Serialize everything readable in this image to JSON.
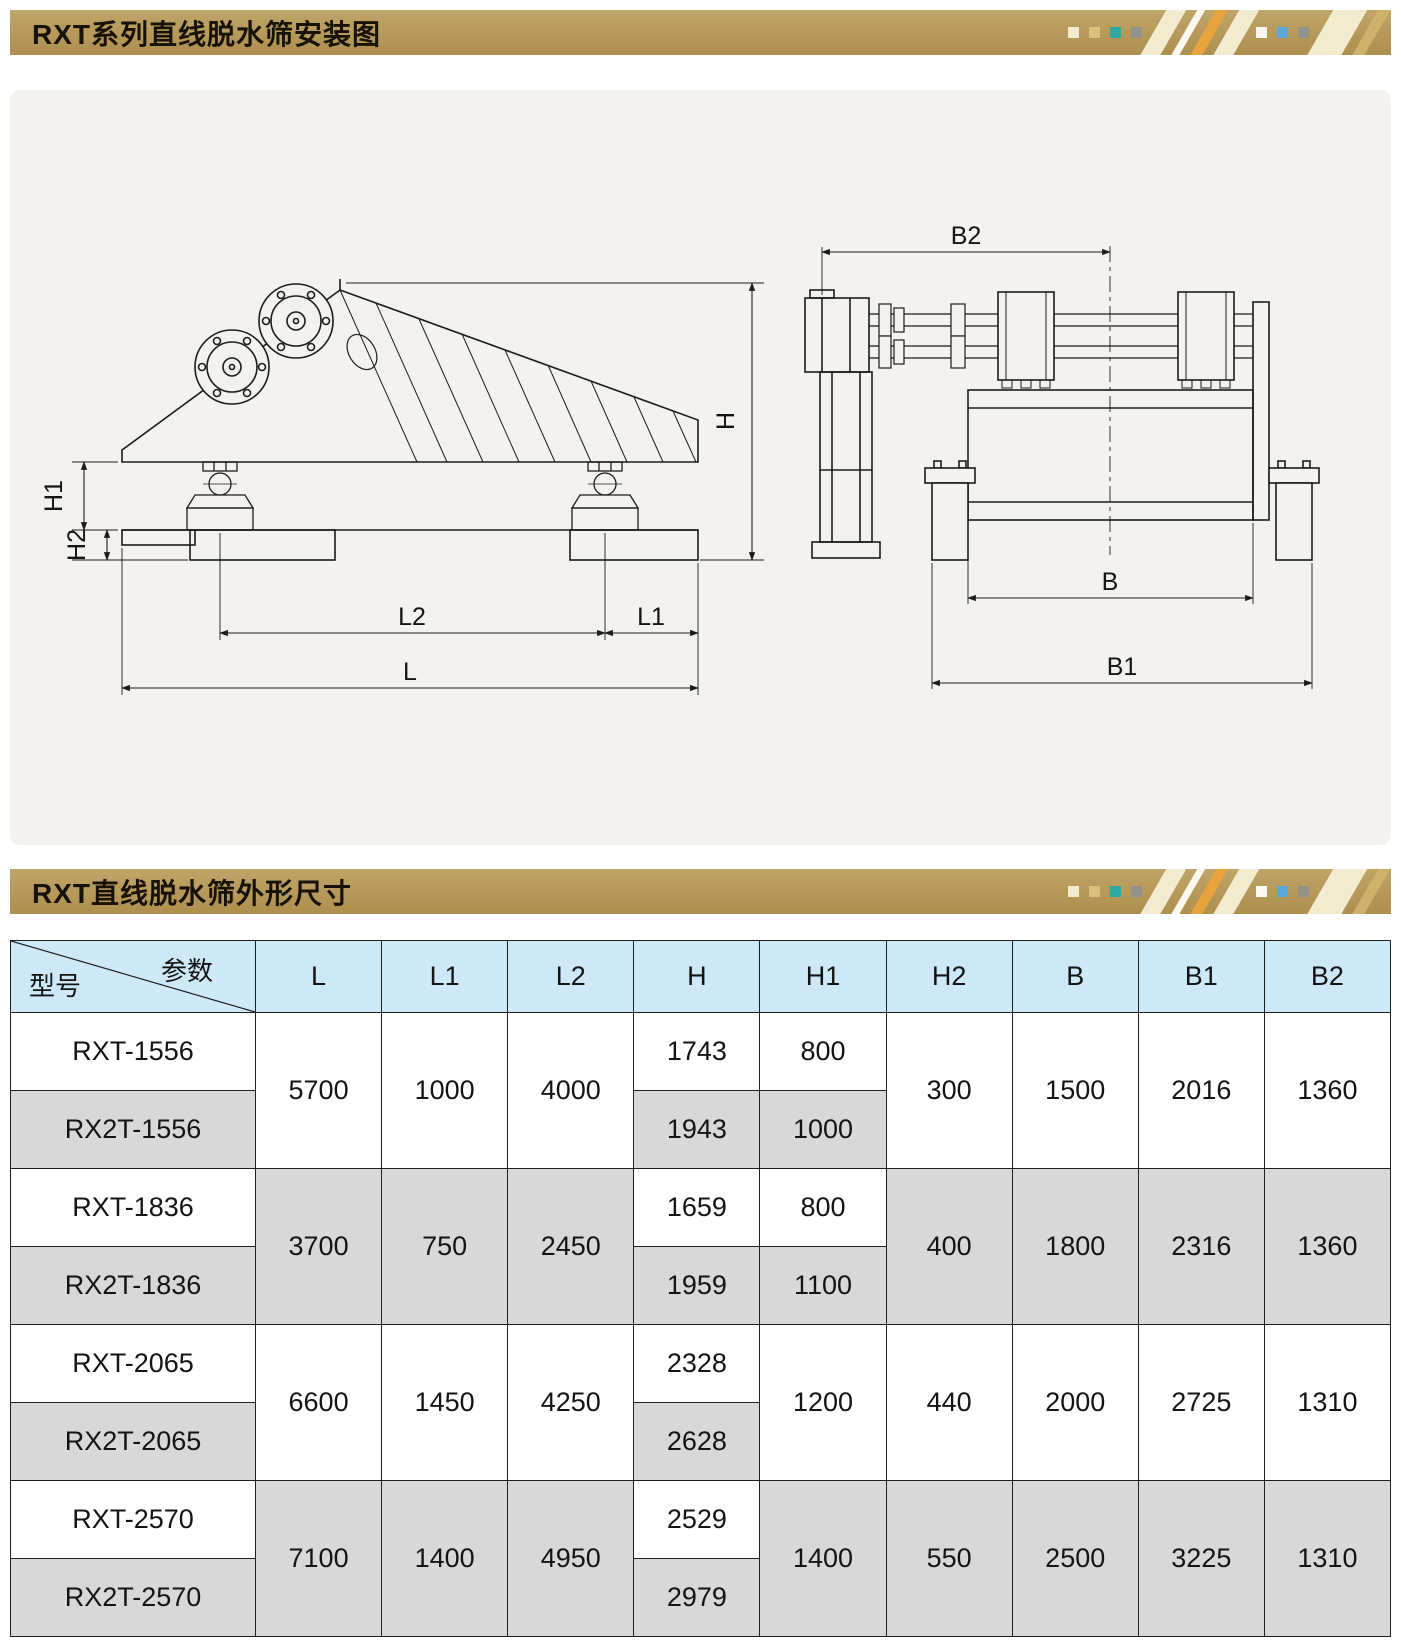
{
  "colors": {
    "header_bar_gold": "#b79b5e",
    "table_header_blue": "#cde8f6",
    "table_row_gray": "#d8d8d8",
    "drawing_background": "#f4f2ee",
    "line_color": "#1c1c1c",
    "decor_teal": "#2ea8a2",
    "decor_orange": "#e8a23e",
    "decor_blue": "#5aa7d8",
    "decor_cream": "#f2ebcf",
    "decor_gray": "#93928a"
  },
  "sections": {
    "installation": {
      "title": "RXT系列直线脱水筛安装图"
    },
    "dimensions": {
      "title": "RXT直线脱水筛外形尺寸"
    }
  },
  "drawing": {
    "side_view": {
      "labels": {
        "H": "H",
        "H1": "H1",
        "H2": "H2",
        "L": "L",
        "L1": "L1",
        "L2": "L2"
      }
    },
    "end_view": {
      "labels": {
        "B": "B",
        "B1": "B1",
        "B2": "B2"
      }
    }
  },
  "table": {
    "corner": {
      "param": "参数",
      "model": "型号"
    },
    "columns": [
      "L",
      "L1",
      "L2",
      "H",
      "H1",
      "H2",
      "B",
      "B1",
      "B2"
    ],
    "groups": [
      {
        "rows": [
          {
            "model": "RXT-1556",
            "H": "1743",
            "H1": "800"
          },
          {
            "model": "RX2T-1556",
            "H": "1943",
            "H1": "1000"
          }
        ],
        "L": "5700",
        "L1": "1000",
        "L2": "4000",
        "H2": "300",
        "B": "1500",
        "B1": "2016",
        "B2": "1360"
      },
      {
        "rows": [
          {
            "model": "RXT-1836",
            "H": "1659",
            "H1": "800"
          },
          {
            "model": "RX2T-1836",
            "H": "1959",
            "H1": "1100"
          }
        ],
        "L": "3700",
        "L1": "750",
        "L2": "2450",
        "H2": "400",
        "B": "1800",
        "B1": "2316",
        "B2": "1360"
      },
      {
        "rows": [
          {
            "model": "RXT-2065",
            "H": "2328"
          },
          {
            "model": "RX2T-2065",
            "H": "2628"
          }
        ],
        "H1": "1200",
        "L": "6600",
        "L1": "1450",
        "L2": "4250",
        "H2": "440",
        "B": "2000",
        "B1": "2725",
        "B2": "1310"
      },
      {
        "rows": [
          {
            "model": "RXT-2570",
            "H": "2529"
          },
          {
            "model": "RX2T-2570",
            "H": "2979"
          }
        ],
        "H1": "1400",
        "L": "7100",
        "L1": "1400",
        "L2": "4950",
        "H2": "550",
        "B": "2500",
        "B1": "3225",
        "B2": "1310"
      }
    ]
  }
}
